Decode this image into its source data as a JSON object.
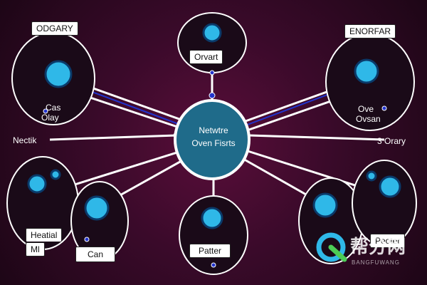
{
  "labels": {
    "top_left": "ODGARY",
    "top_right": "ENORFAR",
    "top_center": "Orvart",
    "left_mid_1": "Cas",
    "left_mid_2": "Olay",
    "left_edge": "Nectik",
    "right_mid_1": "Ove",
    "right_mid_2": "Ovsan",
    "right_edge": "3 Orary",
    "center_1": "Netwtre",
    "center_2": "Oven Fisrts",
    "bottom_left_1": "Heatial",
    "bottom_left_2": "Ml",
    "bottom_left_3": "Can",
    "bottom_center": "Patter",
    "bottom_right": "Peoter"
  },
  "watermark": {
    "text": "帮分网",
    "sub": "BANGFUWANG"
  },
  "colors": {
    "node_fill": "#1a0a18",
    "node_stroke": "#ffffff",
    "center_fill": "#1f6b8a",
    "cell_fill": "#2fb8e8",
    "line": "#ffffff",
    "accent_blue": "#2233cc"
  }
}
